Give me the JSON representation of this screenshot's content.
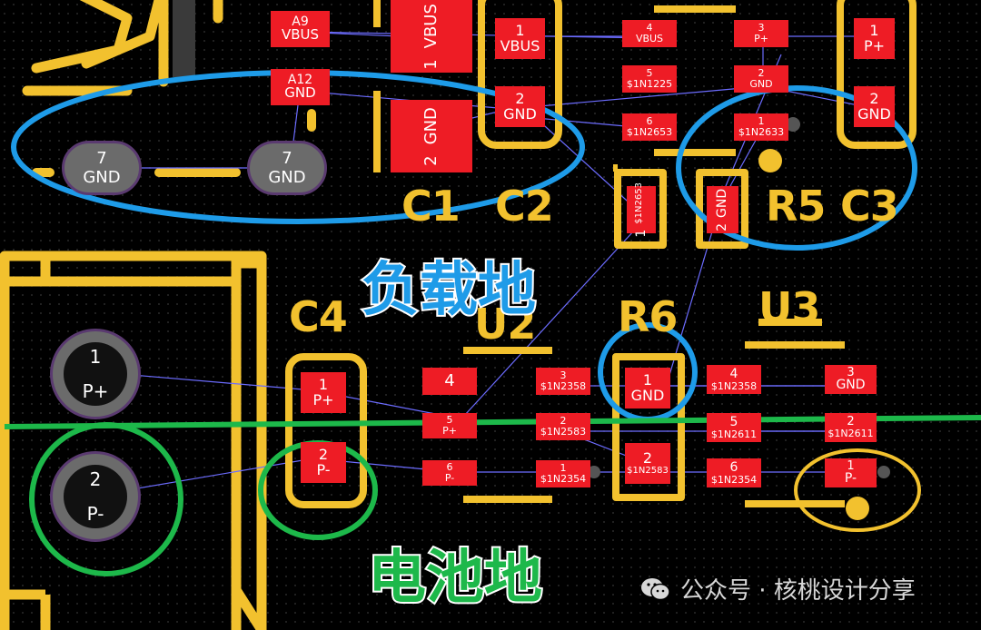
{
  "colors": {
    "copper_pad": "#ee1c25",
    "silkscreen": "#f2c12e",
    "ratsnest": "#6c6cff",
    "load_ground_annotation": "#1e9be8",
    "battery_ground_annotation": "#1db84a",
    "divider_line": "#1db84a"
  },
  "designators": {
    "c1": "C1",
    "c2": "C2",
    "c3": "C3",
    "r5": "R5",
    "c4": "C4",
    "r6": "R6",
    "u3": "U3",
    "u2_partial": "U2"
  },
  "pads": {
    "a9": {
      "num": "A9",
      "net": "VBUS"
    },
    "a12": {
      "num": "A12",
      "net": "GND"
    },
    "c1_1": {
      "num": "1",
      "net": "VBUS"
    },
    "c1_2": {
      "num": "2",
      "net": "GND"
    },
    "c2_1": {
      "num": "1",
      "net": "VBUS"
    },
    "c2_2": {
      "num": "2",
      "net": "GND"
    },
    "u1_4": {
      "num": "4",
      "net": "VBUS"
    },
    "u1_5": {
      "num": "5",
      "net": "$1N1225"
    },
    "u1_6": {
      "num": "6",
      "net": "$1N2653"
    },
    "u1_3": {
      "num": "3",
      "net": "P+"
    },
    "u1_2": {
      "num": "2",
      "net": "GND"
    },
    "u1_1": {
      "num": "1",
      "net": "$1N2633"
    },
    "c3_1": {
      "num": "1",
      "net": "P+"
    },
    "c3_2": {
      "num": "2",
      "net": "GND"
    },
    "r5_1": {
      "num": "1",
      "net": "$1N2653"
    },
    "r5_2": {
      "num": "2",
      "net": "GND"
    },
    "usb_7a": {
      "num": "7",
      "net": "GND"
    },
    "usb_7b": {
      "num": "7",
      "net": "GND"
    },
    "bat_1": {
      "num": "1",
      "net": "P+"
    },
    "bat_2": {
      "num": "2",
      "net": "P-"
    },
    "c4_1": {
      "num": "1",
      "net": "P+"
    },
    "c4_2": {
      "num": "2",
      "net": "P-"
    },
    "u2_4": {
      "num": "4",
      "net": ""
    },
    "u2_5": {
      "num": "5",
      "net": "P+"
    },
    "u2_6": {
      "num": "6",
      "net": "P-"
    },
    "u2_3": {
      "num": "3",
      "net": "$1N2358"
    },
    "u2_2": {
      "num": "2",
      "net": "$1N2583"
    },
    "u2_1": {
      "num": "1",
      "net": "$1N2354"
    },
    "r6_1": {
      "num": "1",
      "net": "GND"
    },
    "r6_2": {
      "num": "2",
      "net": "$1N2583"
    },
    "u3_4": {
      "num": "4",
      "net": "$1N2358"
    },
    "u3_5": {
      "num": "5",
      "net": "$1N2611"
    },
    "u3_6": {
      "num": "6",
      "net": "$1N2354"
    },
    "u3_3": {
      "num": "3",
      "net": "GND"
    },
    "u3_2": {
      "num": "2",
      "net": "$1N2611"
    },
    "u3_1": {
      "num": "1",
      "net": "P-"
    }
  },
  "annotations": {
    "load_ground": "负载地",
    "battery_ground": "电池地"
  },
  "watermark": {
    "text": "公众号 · 核桃设计分享",
    "icon": "wechat-icon"
  }
}
